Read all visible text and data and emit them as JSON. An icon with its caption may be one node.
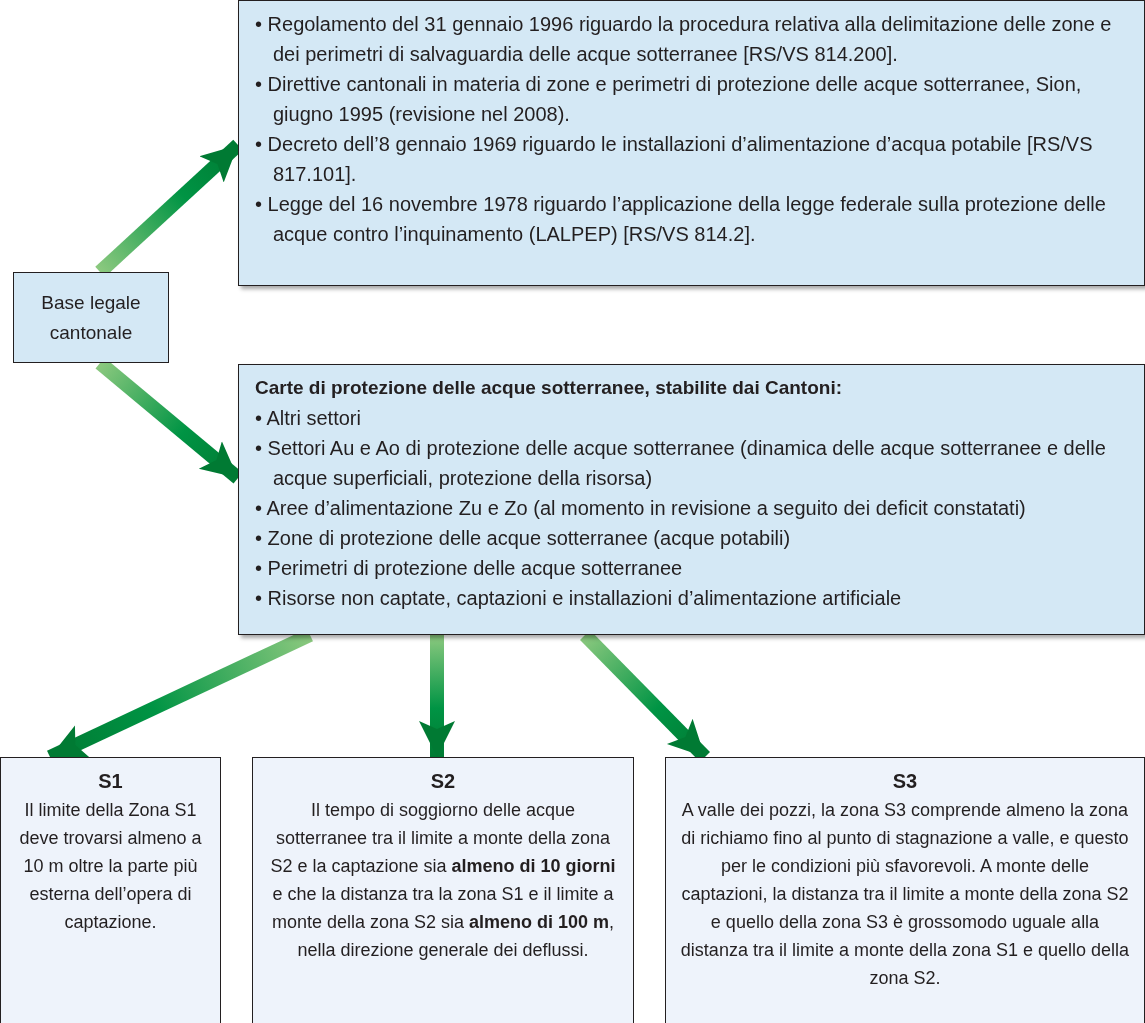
{
  "diagram": {
    "nodes": [
      {
        "text": [
          "• Regolamento del 31 gennaio 1996 riguardo la procedura relativa alla delimitazione delle zone e dei perimetri di salvaguardia delle acque sotterranee [RS/VS 814.200].",
          "• Direttive cantonali in materia di zone e perimetri di protezione delle acque sotterranee, Sion, giugno 1995 (revisione nel 2008).",
          "• Decreto dell’8 gennaio 1969 riguardo le installazioni d’alimentazione d’acqua potabile [RS/VS 817.101].",
          "• Legge del 16 novembre 1978 riguardo l’applicazione della legge federale sulla protezione delle acque contro l’inquinamento (LALPEP) [RS/VS 814.2]."
        ]
      },
      {
        "text": [
          "Base legale cantonale"
        ]
      },
      {
        "text": [
          "Carte di protezione delle acque sotterranee, stabilite dai Cantoni:",
          "• Altri settori",
          "• Settori Au e Ao di protezione delle acque sotterranee (dinamica delle acque sotterranee e delle acque superficiali, protezione della risorsa)",
          "• Aree d’alimentazione Zu e Zo (al momento in revisione a seguito dei deficit constatati)",
          "• Zone di protezione delle acque sotterranee (acque potabili)",
          "• Perimetri di protezione delle acque sotterranee",
          "• Risorse non captate, captazioni e installazioni d’alimentazione artificiale"
        ]
      },
      {
        "text": [
          "S1",
          "Il limite della Zona S1 deve trovarsi almeno a 10 m oltre la parte più esterna dell’opera di captazione."
        ]
      },
      {
        "text": [
          "S2",
          "Il tempo di soggiorno delle acque sotterranee tra il limite a monte della zona S2 e la captazione sia **almeno di 10 giorni** e che la distanza tra la zona S1 e il limite a monte della zona S2 sia **almeno di 100 m**, nella direzione generale dei deflussi."
        ]
      },
      {
        "text": [
          "S3",
          "A valle dei pozzi, la zona S3 comprende almeno la zona di richiamo fino al punto di stagnazione a valle, e questo per le condizioni più sfavorevoli. A monte delle captazioni, la distanza tra il limite a monte della zona S2 e quello della zona S3 è grossomodo uguale alla distanza tra il limite a monte della zona S1 e quello della zona S2."
        ]
      }
    ],
    "edges": [
      {
        "from": 1,
        "to": 0,
        "arrow": "to"
      },
      {
        "from": 1,
        "to": 2,
        "arrow": "to"
      },
      {
        "from": 2,
        "to": 3,
        "arrow": "to"
      },
      {
        "from": 2,
        "to": 4,
        "arrow": "to"
      },
      {
        "from": 2,
        "to": 5,
        "arrow": "to"
      }
    ]
  }
}
